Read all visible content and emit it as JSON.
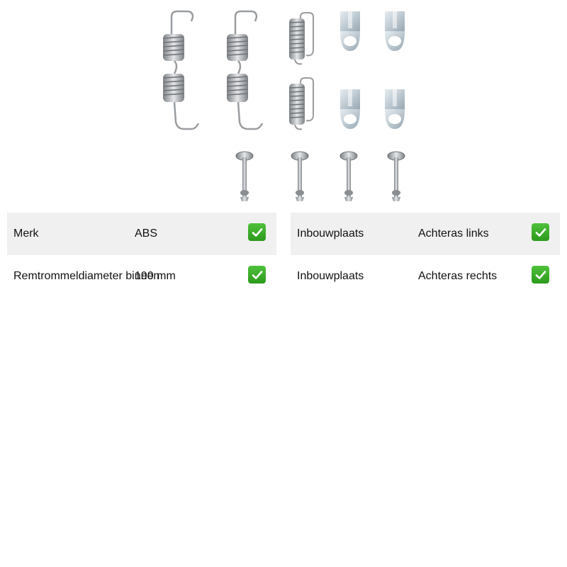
{
  "product_image": {
    "icon": "brake-shoe-fitting-kit-photo",
    "colors": {
      "metal": "#b9bcbf",
      "metal_dark": "#7d8185",
      "zinc": "#c8d3dc"
    }
  },
  "specs_left": [
    {
      "label": "Merk",
      "value": "ABS",
      "status_icon": "check-icon"
    },
    {
      "label": "Remtrommeldiameter binnen",
      "value": "190 mm",
      "status_icon": "check-icon"
    }
  ],
  "specs_right": [
    {
      "label": "Inbouwplaats",
      "value": "Achteras links",
      "status_icon": "check-icon"
    },
    {
      "label": "Inbouwplaats",
      "value": "Achteras rechts",
      "status_icon": "check-icon"
    }
  ],
  "colors": {
    "row_shade": "#f0f0f0",
    "check_green": "#3aad28"
  }
}
